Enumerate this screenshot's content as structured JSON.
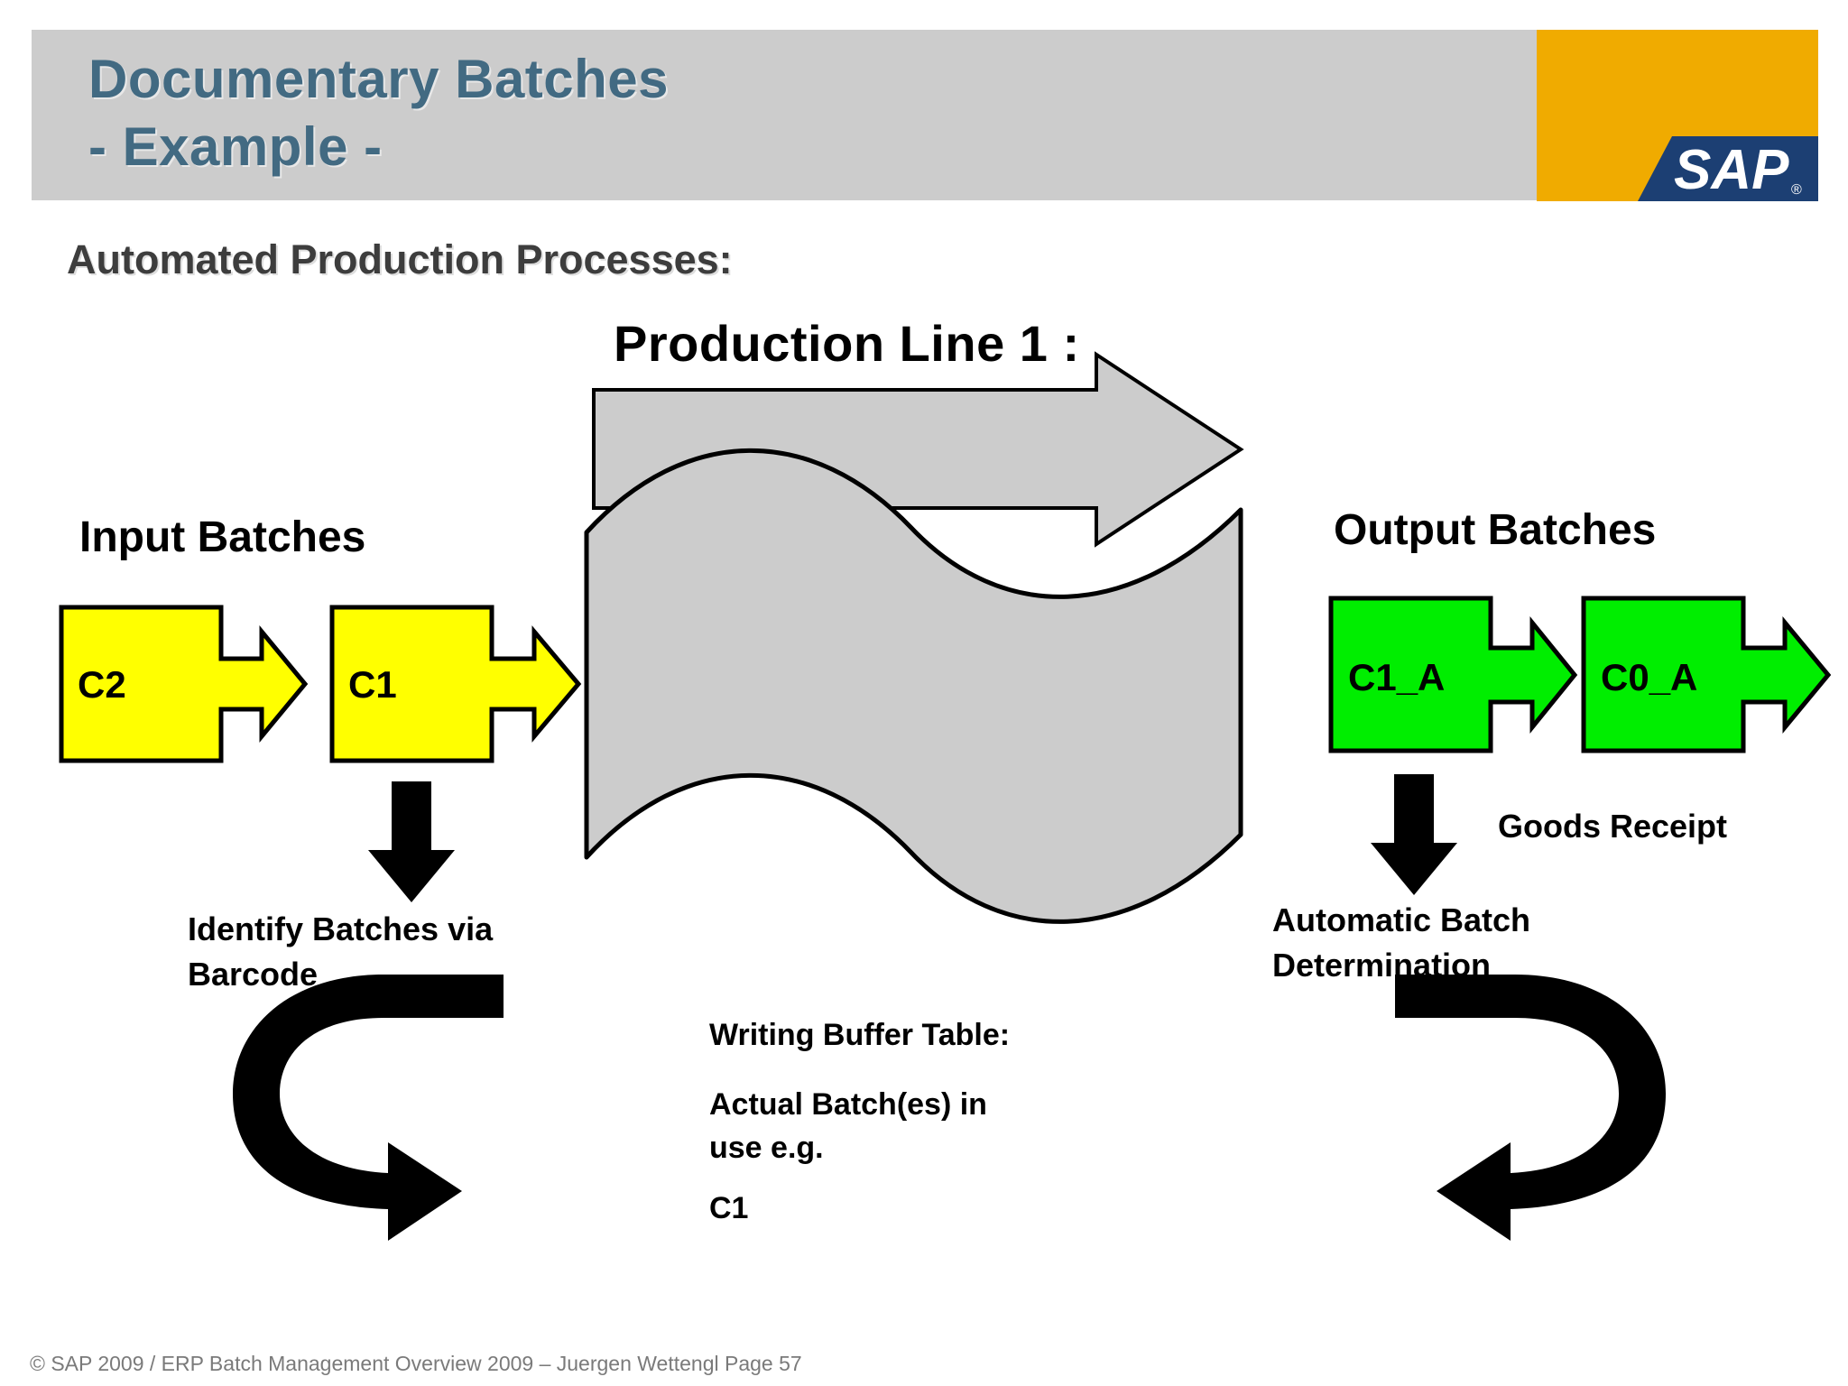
{
  "header": {
    "title": "Documentary Batches\n- Example -",
    "logo_name": "SAP",
    "logo_trademark": "®",
    "accent_orange": "#f0ab00",
    "logo_blue": "#1c3f73",
    "bar_gray": "#cccccc",
    "title_color": "#426a82"
  },
  "subtitle": "Automated Production Processes:",
  "diagram": {
    "line_title": "Production Line 1 :",
    "input_label": "Input Batches",
    "output_label": "Output Batches",
    "goods_receipt": "Goods Receipt",
    "identify_note": "Identify Batches via\nBarcode",
    "auto_determination_note": "Automatic Batch\nDetermination",
    "buffer_title": "Writing Buffer Table:",
    "buffer_line2": "Actual Batch(es) in\nuse e.g.",
    "buffer_line3": "C1",
    "input_batches": [
      {
        "label": "C2",
        "color": "#ffff00"
      },
      {
        "label": "C1",
        "color": "#ffff00"
      }
    ],
    "output_batches": [
      {
        "label": "C1_A",
        "color": "#00ee00"
      },
      {
        "label": "C0_A",
        "color": "#00ee00"
      }
    ],
    "process_arrow_color": "#cccccc",
    "wave_color": "#cccccc",
    "flow_arrow_color": "#000000"
  },
  "footer": "© SAP 2009 / ERP Batch Management Overview  2009 – Juergen Wettengl Page 57"
}
